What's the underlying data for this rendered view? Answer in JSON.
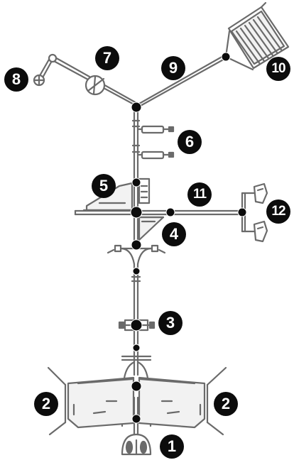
{
  "diagram": {
    "callouts": [
      {
        "id": "c1",
        "label": "1"
      },
      {
        "id": "c2a",
        "label": "2"
      },
      {
        "id": "c2b",
        "label": "2"
      },
      {
        "id": "c3",
        "label": "3"
      },
      {
        "id": "c4",
        "label": "4"
      },
      {
        "id": "c5",
        "label": "5"
      },
      {
        "id": "c6",
        "label": "6"
      },
      {
        "id": "c7",
        "label": "7"
      },
      {
        "id": "c8",
        "label": "8"
      },
      {
        "id": "c9",
        "label": "9"
      },
      {
        "id": "c10",
        "label": "10"
      },
      {
        "id": "c11",
        "label": "11"
      },
      {
        "id": "c12",
        "label": "12"
      }
    ],
    "colors": {
      "frame": "#6a6a6a",
      "fill": "#f2f2f2",
      "hub": "#0c0c0c",
      "callout": "#0c0c0c",
      "callout_text": "#ffffff"
    }
  }
}
